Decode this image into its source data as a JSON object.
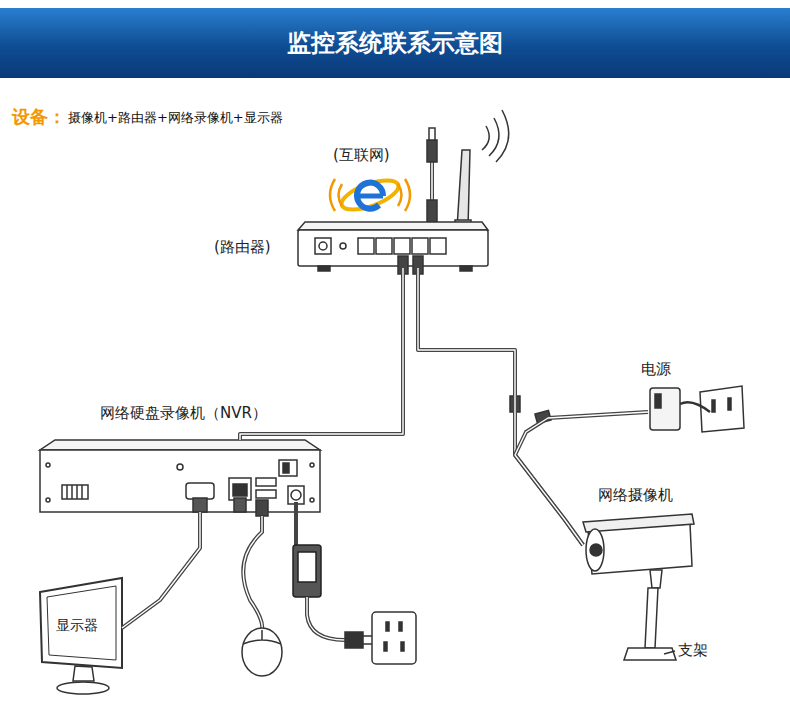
{
  "diagram": {
    "title": "监控系统联系示意图",
    "nodes": [
      {
        "text": [
          "(互联网)"
        ]
      },
      {
        "text": [
          "(路由器)"
        ]
      },
      {
        "text": [
          "网络硬盘录像机（NVR）"
        ]
      },
      {
        "text": [
          "电源"
        ]
      },
      {
        "text": [
          "网络摄像机"
        ]
      },
      {
        "text": [
          "显示器"
        ]
      }
    ],
    "edges": [
      {
        "from": 1,
        "to": 2,
        "arrow": "none"
      },
      {
        "from": 1,
        "to": 4,
        "arrow": "none"
      },
      {
        "from": 3,
        "to": 4,
        "arrow": "none"
      },
      {
        "from": 2,
        "to": 5,
        "arrow": "none"
      }
    ],
    "labels": [
      "设备：",
      "摄像机+路由器+网络录像机+显示器",
      "支架"
    ]
  }
}
